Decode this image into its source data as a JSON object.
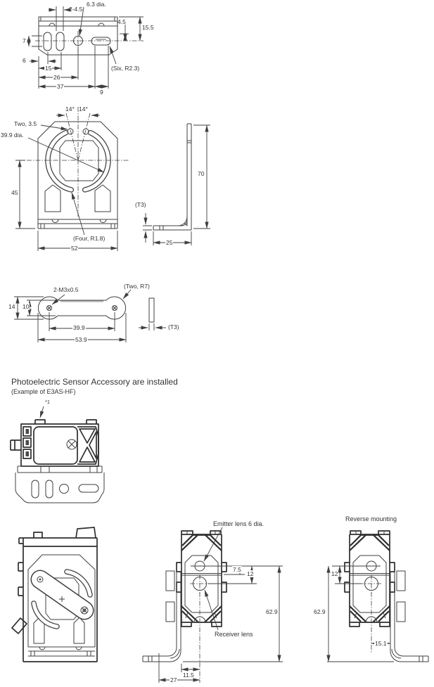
{
  "colors": {
    "line": "#3f3f3f",
    "bold_line": "#2e2e2e",
    "text": "#333333",
    "background": "#ffffff"
  },
  "section": {
    "title": "Photoelectric Sensor Accessory are installed",
    "subtitle": "(Example of E3AS-HF)",
    "footnote": "*1"
  },
  "plate_top": {
    "d_hole": "6.3 dia.",
    "d_slots": "2-4.5",
    "d_45": "4.5",
    "d_155": "15.5",
    "d_7": "7",
    "d_6": "6",
    "d_15": "15",
    "d_26": "26",
    "d_37": "37",
    "d_9": "9",
    "note_corners": "(Six, R2.3)"
  },
  "bracket_front": {
    "angle_l": "14°",
    "angle_r": "14°",
    "note_holes": "Two, 3.5",
    "d_dia": "39.9 dia.",
    "d_45": "45",
    "note_radius": "(Four, R1.8)",
    "d_52": "52"
  },
  "bracket_side": {
    "d_70": "70",
    "d_t3": "(T3)",
    "d_25": "25"
  },
  "arm_plate": {
    "d_thread": "2-M3x0.5",
    "note_r7": "(Two, R7)",
    "d_14": "14",
    "d_10": "10",
    "d_399": "39.9",
    "d_539": "53.9",
    "d_t3": "(T3)"
  },
  "installed_front": {
    "label_emitter": "Emitter lens 6 dia.",
    "label_receiver": "Receiver lens",
    "d_75": "7.5",
    "d_12": "12",
    "d_629": "62.9",
    "d_115": "11.5",
    "d_27": "27"
  },
  "reverse_mount": {
    "title": "Reverse mounting",
    "d_12": "12",
    "d_629": "62.9",
    "d_151": "15.1"
  }
}
